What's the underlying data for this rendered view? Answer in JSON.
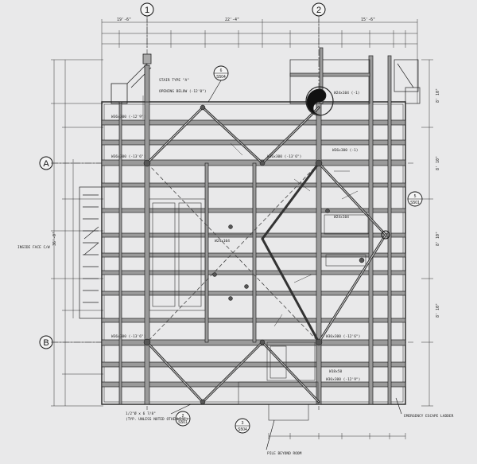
{
  "drawing": {
    "grid_columns": [
      {
        "label": "1"
      },
      {
        "label": "2"
      }
    ],
    "grid_rows": [
      {
        "label": "A"
      },
      {
        "label": "B"
      }
    ],
    "overall_dims": {
      "top_left": "19'-6\"",
      "top_middle": "22'-4\"",
      "top_right": "15'-6\"",
      "left_height": "36'-0\""
    },
    "section_callouts": [
      {
        "number": "6",
        "sheet": "S504"
      },
      {
        "number": "5",
        "sheet": "S501"
      },
      {
        "number": "2",
        "sheet": "S501"
      },
      {
        "number": "3",
        "sheet": "S504"
      }
    ],
    "beam_labels": {
      "top_beam": "W36x300 (-12'9\")",
      "upper_left": "W36x300 (-13'6\")",
      "upper_mid": "W36x300 (-13'6\")",
      "upper_right": "W36x300 (-1)",
      "lower_left": "W36x300 (-13'6\")",
      "lower_mid": "W36x300 (-12'6\")",
      "bottom_beam": "W36x300 (-12'9\")",
      "small_1": "W24x104 (-1)",
      "small_2": "W24x104",
      "small_3": "W18x50",
      "small_4": "W24x104"
    },
    "notes": {
      "stair_note": "STAIR TYPE \"A\"",
      "stair_sub": "OPENING BELOW (-12'0\")",
      "left_note": "INSIDE FACE C/W",
      "bottom_note_1": "1/2\"Ø x 6 7/8\"",
      "bottom_note_2": "(TYP. UNLESS NOTED OTHERWISE)",
      "bottom_right_note": "EMERGENCY ESCAPE LADDER",
      "bottom_note_3": "PILE BEYOND ROOM"
    },
    "right_dims": [
      "8' 10\"",
      "8' 10\"",
      "8' 10\"",
      "8' 10\""
    ]
  }
}
